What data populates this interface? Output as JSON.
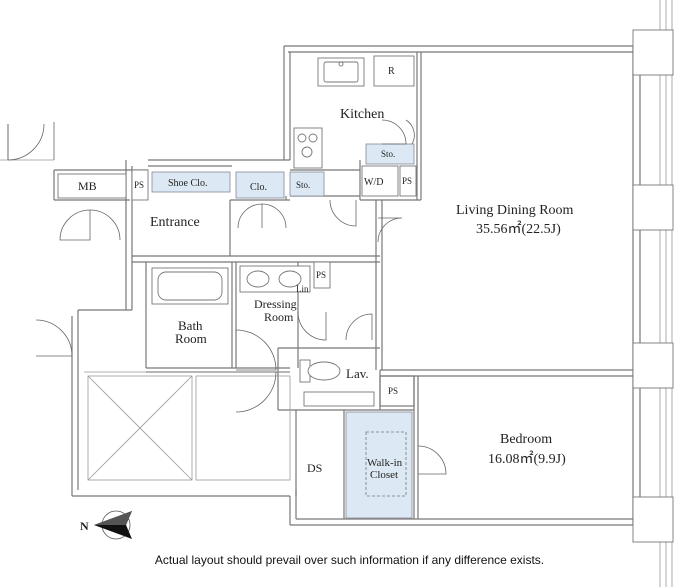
{
  "rooms": {
    "kitchen": "Kitchen",
    "refrigerator": "R",
    "storage_kitchen": "Sto.",
    "storage_hall": "Sto.",
    "washer_dryer": "W/D",
    "pipe_space": "PS",
    "mb": "MB",
    "shoe_closet": "Shoe Clo.",
    "closet": "Clo.",
    "entrance": "Entrance",
    "linen": "Lin",
    "dressing_room_line1": "Dressing",
    "dressing_room_line2": "Room",
    "bath_line1": "Bath",
    "bath_line2": "Room",
    "lavatory": "Lav.",
    "ds": "DS",
    "walk_in_line1": "Walk-in",
    "walk_in_line2": "Closet",
    "living_dining": "Living Dining Room",
    "living_dining_area": "35.56㎡(22.5J)",
    "bedroom": "Bedroom",
    "bedroom_area": "16.08㎡(9.9J)"
  },
  "compass": {
    "label": "N"
  },
  "disclaimer": "Actual layout should prevail over such information if any difference exists."
}
